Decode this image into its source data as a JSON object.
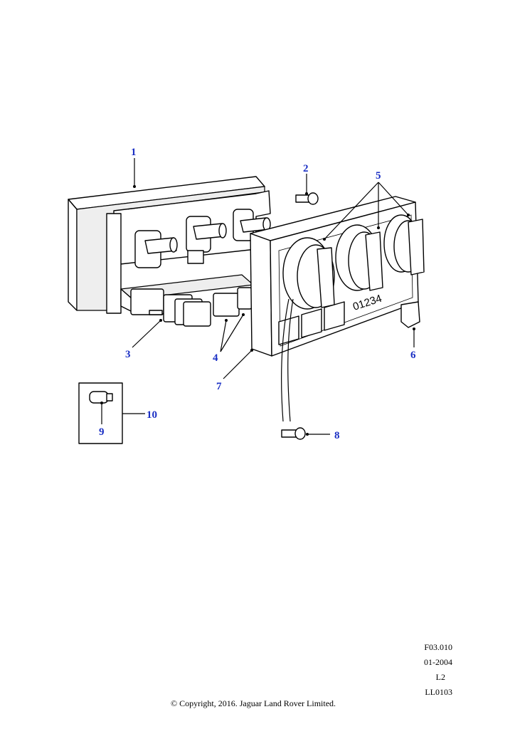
{
  "callouts": [
    "1",
    "2",
    "3",
    "4",
    "5",
    "6",
    "7",
    "8",
    "9",
    "10"
  ],
  "footer": {
    "code": "F03.010",
    "date": "01-2004",
    "level": "L2",
    "ref": "LL0103",
    "copyright": "© Copyright, 2016. Jaguar Land Rover Limited."
  },
  "dial_scale": "01234"
}
